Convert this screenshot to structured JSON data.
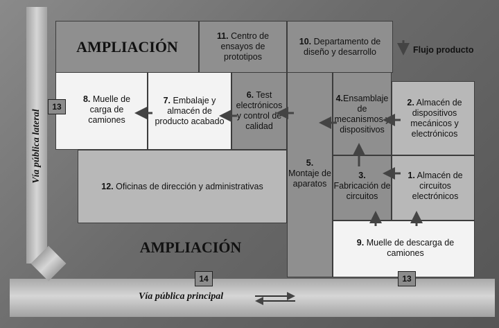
{
  "zones": {
    "expansion_top": "AMPLIACIÓN",
    "expansion_bottom": "AMPLIACIÓN",
    "z11": {
      "num": "11.",
      "text": "Centro de ensayos de prototipos"
    },
    "z10": {
      "num": "10.",
      "text": "Departamento de diseño y desarrollo"
    },
    "z8": {
      "num": "8.",
      "text": "Muelle de carga de camiones"
    },
    "z7": {
      "num": "7.",
      "text": "Embalaje y almacén de producto acabado"
    },
    "z6": {
      "num": "6.",
      "text": "Test electrónicos y control de calidad"
    },
    "z5": {
      "num": "5.",
      "text": "Montaje de aparatos"
    },
    "z4": {
      "num": "4.",
      "text": "Ensamblaje de mecanismos y dispositivos"
    },
    "z2": {
      "num": "2.",
      "text": "Almacén de dispositivos mecánicos y electrónicos"
    },
    "z12": {
      "num": "12.",
      "text": "Oficinas de dirección y administrativas"
    },
    "z3": {
      "num": "3.",
      "text": "Fabricación de circuitos"
    },
    "z1": {
      "num": "1.",
      "text": "Almacén de circuitos electrónicos"
    },
    "z9": {
      "num": "9.",
      "text": "Muelle de descarga de camiones"
    }
  },
  "tags": {
    "lateral": "13",
    "main": "14",
    "dock": "13"
  },
  "roads": {
    "lateral": "Vía pública lateral",
    "main": "Vía pública principal"
  },
  "legend": {
    "label": "Flujo producto"
  }
}
